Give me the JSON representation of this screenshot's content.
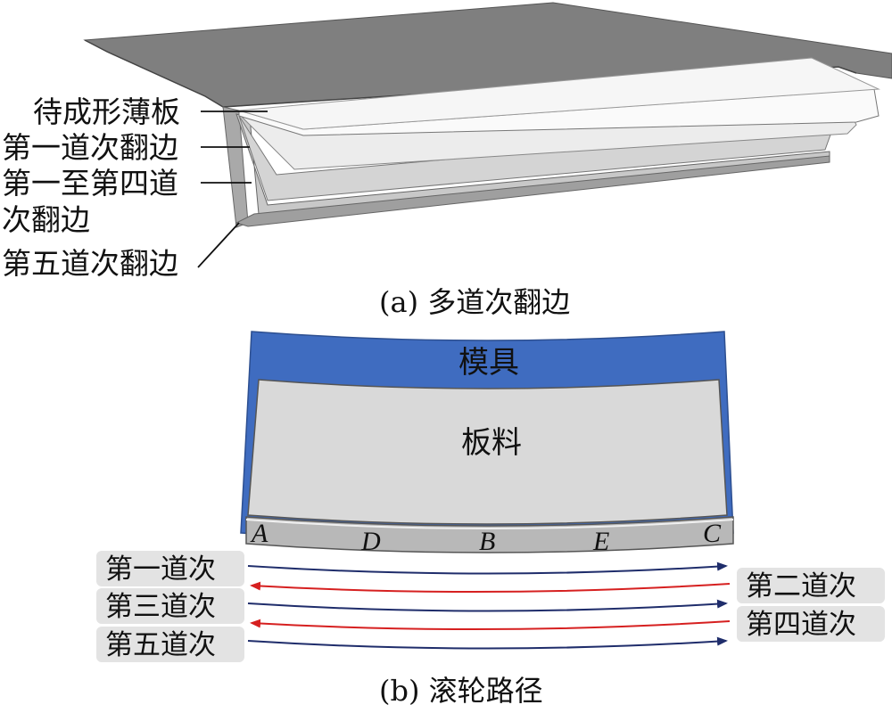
{
  "panel_a": {
    "labels": {
      "sheet": "待成形薄板",
      "pass1": "第一道次翻边",
      "pass1to4_line1": "第一至第四道",
      "pass1to4_line2": "次翻边",
      "pass5": "第五道次翻边"
    },
    "caption": "(a)  多道次翻边"
  },
  "panel_b": {
    "die_label": "模具",
    "sheet_label": "板料",
    "points": [
      "A",
      "D",
      "B",
      "E",
      "C"
    ],
    "passes": [
      {
        "label": "第一道次",
        "direction": "right",
        "color": "#1f2d6b"
      },
      {
        "label": "第二道次",
        "direction": "left",
        "color": "#d62020"
      },
      {
        "label": "第三道次",
        "direction": "right",
        "color": "#1f2d6b"
      },
      {
        "label": "第四道次",
        "direction": "left",
        "color": "#d62020"
      },
      {
        "label": "第五道次",
        "direction": "right",
        "color": "#1f2d6b"
      }
    ],
    "caption": "(b)  滚轮路径"
  },
  "colors": {
    "die_blue": "#3f6cc0",
    "sheet_gray": "#d9d9d9",
    "flange_gray": "#b5b5b5",
    "plate_dark": "#7d7d7d",
    "forward_arrow": "#1f2d6b",
    "return_arrow": "#d62020",
    "label_box": "#e3e3e3"
  }
}
